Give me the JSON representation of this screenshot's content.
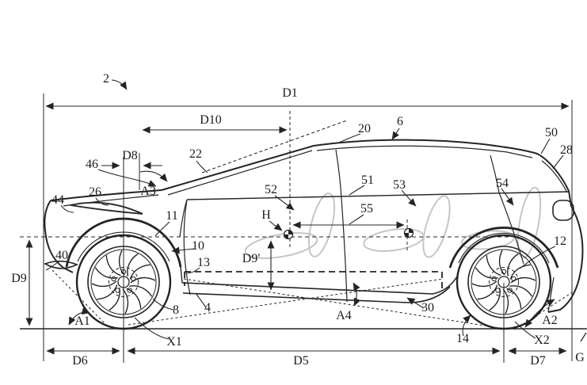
{
  "figure": {
    "reference_numeral": "2"
  },
  "colors": {
    "background": "#ffffff",
    "line": "#242424",
    "seat_outline": "#c6c6c6"
  },
  "labels": {
    "fig_ref": "2",
    "d1": "D1",
    "d5": "D5",
    "d6": "D6",
    "d7": "D7",
    "d8": "D8",
    "d9": "D9",
    "d9p": "D9'",
    "d10": "D10",
    "a1": "A1",
    "a2": "A2",
    "a3": "A3",
    "a4": "A4",
    "x1": "X1",
    "x2": "X2",
    "h": "H",
    "g": "G",
    "n4": "4",
    "n6": "6",
    "n8": "8",
    "n10": "10",
    "n11": "11",
    "n12": "12",
    "n13": "13",
    "n14": "14",
    "n20": "20",
    "n22": "22",
    "n26": "26",
    "n28": "28",
    "n30": "30",
    "n40": "40",
    "n44": "44",
    "n46": "46",
    "n50": "50",
    "n51": "51",
    "n52": "52",
    "n53": "53",
    "n54": "54",
    "n55": "55"
  }
}
